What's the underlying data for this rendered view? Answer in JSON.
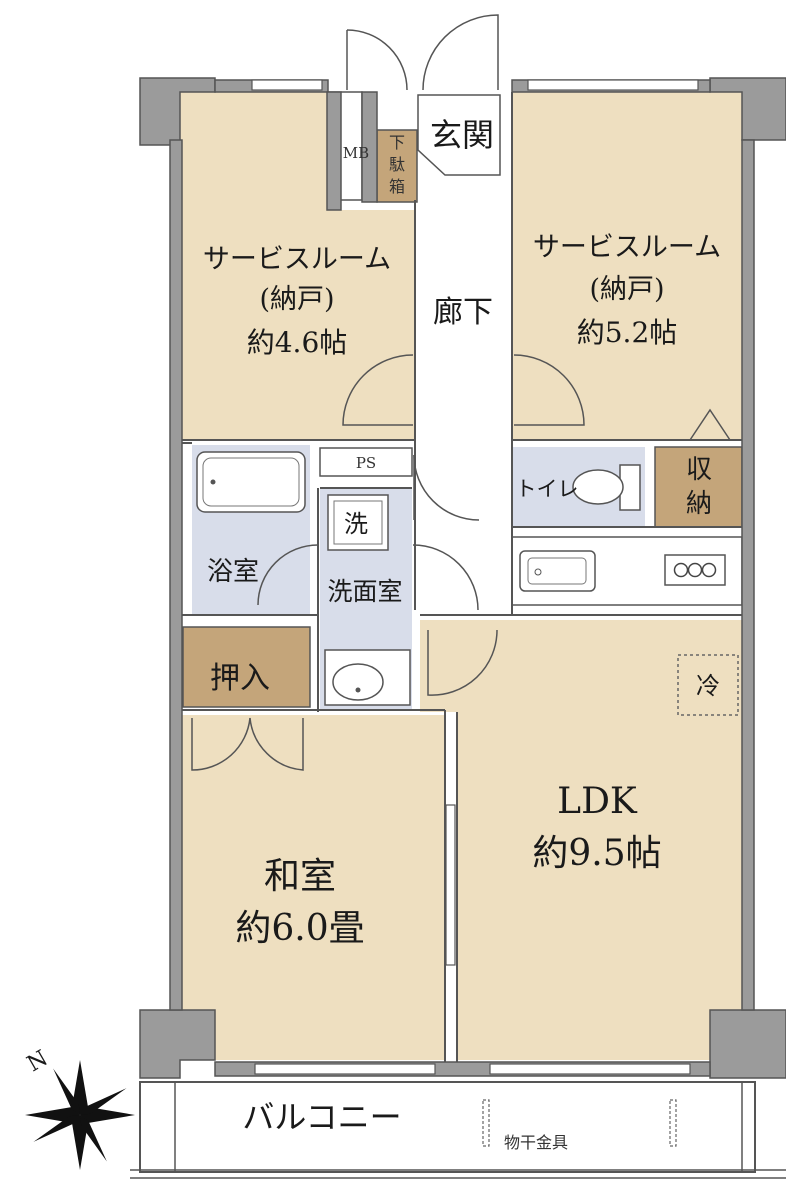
{
  "colors": {
    "room": "#eedfc0",
    "wet": "#d8ddea",
    "storage": "#c4a57a",
    "wall": "#9b9b9b",
    "line": "#555555",
    "hall": "#ffffff"
  },
  "rooms": {
    "service_left": {
      "name": "サービスルーム",
      "sub": "(納戸)",
      "size": "約4.6帖"
    },
    "service_right": {
      "name": "サービスルーム",
      "sub": "(納戸)",
      "size": "約5.2帖"
    },
    "entrance": "玄関",
    "corridor": "廊下",
    "mb": "MB",
    "shoebox": [
      "下",
      "駄",
      "箱"
    ],
    "ps": "PS",
    "toilet": "トイレ",
    "storage": [
      "収",
      "納"
    ],
    "bath": "浴室",
    "washer": "洗",
    "washroom": "洗面室",
    "closet": "押入",
    "fridge": "冷",
    "ldk": {
      "name": "LDK",
      "size": "約9.5帖"
    },
    "washitsu": {
      "name": "和室",
      "size": "約6.0畳"
    },
    "balcony": "バルコニー",
    "drying_rack": "物干金具"
  },
  "compass": {
    "north": "N"
  }
}
